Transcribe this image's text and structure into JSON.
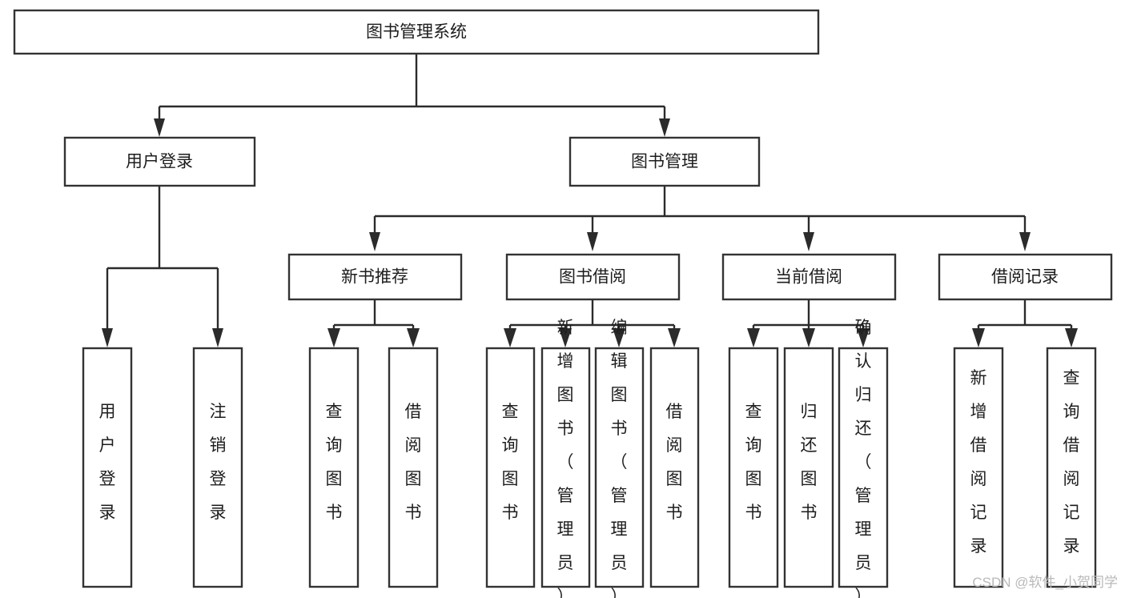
{
  "diagram": {
    "title": "图书管理系统",
    "type": "function-structure-tree",
    "orientation": "top-down",
    "root": {
      "id": "root",
      "label": "图书管理系统",
      "text_orientation": "horizontal"
    },
    "level2": [
      {
        "id": "user-login",
        "label": "用户登录",
        "text_orientation": "horizontal"
      },
      {
        "id": "book-manage",
        "label": "图书管理",
        "text_orientation": "horizontal"
      }
    ],
    "level3": [
      {
        "id": "new-book-recommend",
        "label": "新书推荐",
        "parent": "book-manage",
        "text_orientation": "horizontal"
      },
      {
        "id": "book-borrow",
        "label": "图书借阅",
        "parent": "book-manage",
        "text_orientation": "horizontal"
      },
      {
        "id": "current-borrow",
        "label": "当前借阅",
        "parent": "book-manage",
        "text_orientation": "horizontal"
      },
      {
        "id": "borrow-record",
        "label": "借阅记录",
        "parent": "book-manage",
        "text_orientation": "horizontal"
      }
    ],
    "leaves": [
      {
        "id": "leaf-user-login",
        "label": "用户登录",
        "parent": "user-login",
        "text_orientation": "vertical"
      },
      {
        "id": "leaf-user-logout",
        "label": "注销登录",
        "parent": "user-login",
        "text_orientation": "vertical"
      },
      {
        "id": "leaf-query-book-1",
        "label": "查询图书",
        "parent": "new-book-recommend",
        "text_orientation": "vertical"
      },
      {
        "id": "leaf-borrow-book-1",
        "label": "借阅图书",
        "parent": "new-book-recommend",
        "text_orientation": "vertical"
      },
      {
        "id": "leaf-query-book-2",
        "label": "查询图书",
        "parent": "book-borrow",
        "text_orientation": "vertical"
      },
      {
        "id": "leaf-add-book",
        "label": "新增图书（管理员）",
        "parent": "book-borrow",
        "text_orientation": "vertical"
      },
      {
        "id": "leaf-edit-book",
        "label": "编辑图书（管理员）",
        "parent": "book-borrow",
        "text_orientation": "vertical"
      },
      {
        "id": "leaf-borrow-book-2",
        "label": "借阅图书",
        "parent": "book-borrow",
        "text_orientation": "vertical"
      },
      {
        "id": "leaf-query-book-3",
        "label": "查询图书",
        "parent": "current-borrow",
        "text_orientation": "vertical"
      },
      {
        "id": "leaf-return-book",
        "label": "归还图书",
        "parent": "current-borrow",
        "text_orientation": "vertical"
      },
      {
        "id": "leaf-confirm-return",
        "label": "确认归还（管理员）",
        "parent": "current-borrow",
        "text_orientation": "vertical"
      },
      {
        "id": "leaf-add-record",
        "label": "新增借阅记录",
        "parent": "borrow-record",
        "text_orientation": "vertical"
      },
      {
        "id": "leaf-query-record",
        "label": "查询借阅记录",
        "parent": "borrow-record",
        "text_orientation": "vertical"
      }
    ]
  },
  "watermark": {
    "text": "CSDN @软件_小贺同学"
  },
  "colors": {
    "background": "#ffffff",
    "box_fill": "#ffffff",
    "box_stroke": "#333333",
    "connector": "#2b2b2b",
    "label_text": "#1d1d1d",
    "watermark_text": "#b9b9b9"
  }
}
